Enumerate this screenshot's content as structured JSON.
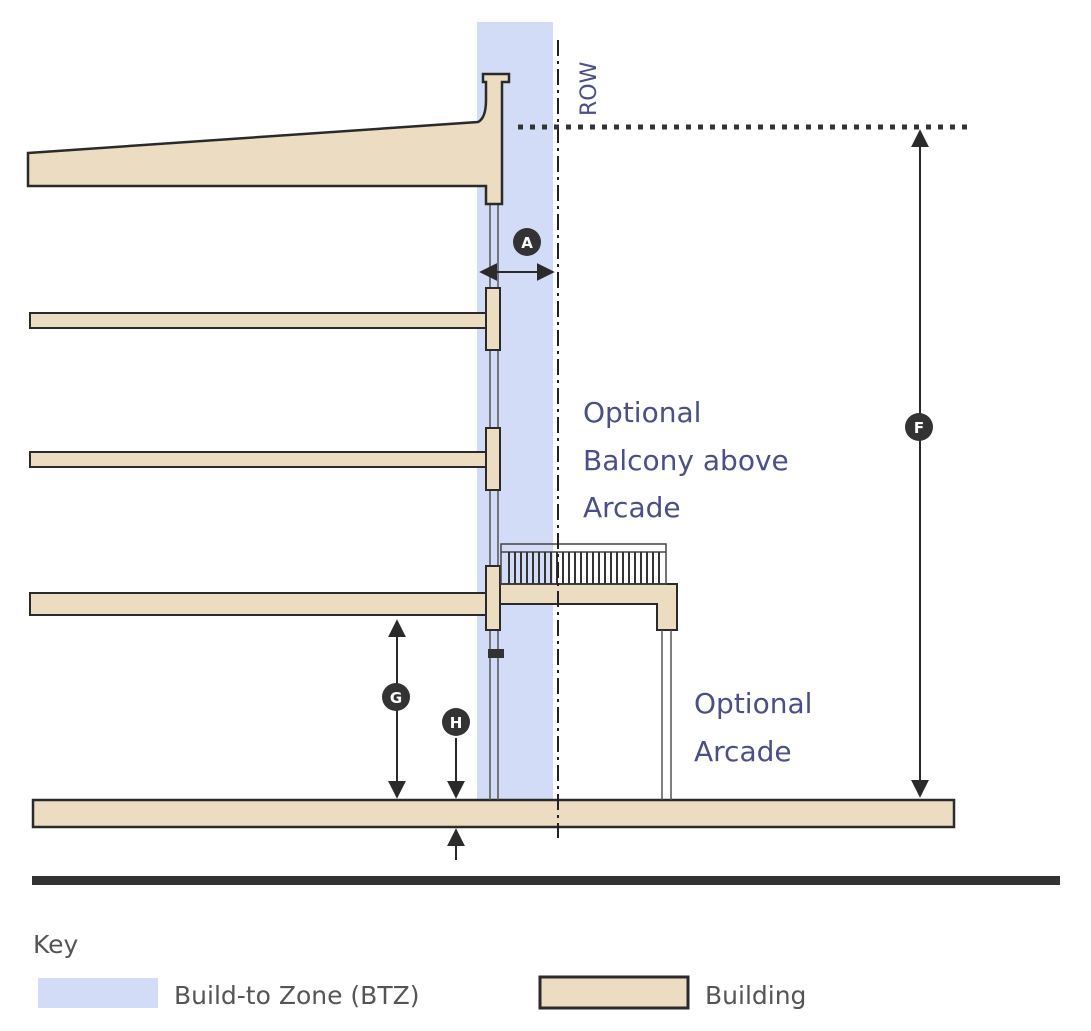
{
  "labels": {
    "row": "ROW",
    "balcony_line1": "Optional",
    "balcony_line2": "Balcony above",
    "balcony_line3": "Arcade",
    "arcade_line1": "Optional",
    "arcade_line2": "Arcade"
  },
  "markers": {
    "a": "A",
    "f": "F",
    "g": "G",
    "h": "H"
  },
  "key": {
    "title": "Key",
    "btz": "Build-to Zone (BTZ)",
    "building": "Building"
  },
  "colors": {
    "btz": "#d3dcf6",
    "building_fill": "#ebdcc2",
    "building_stroke": "#2a2a2a",
    "label_text": "#4a4f86",
    "badge": "#333333"
  }
}
